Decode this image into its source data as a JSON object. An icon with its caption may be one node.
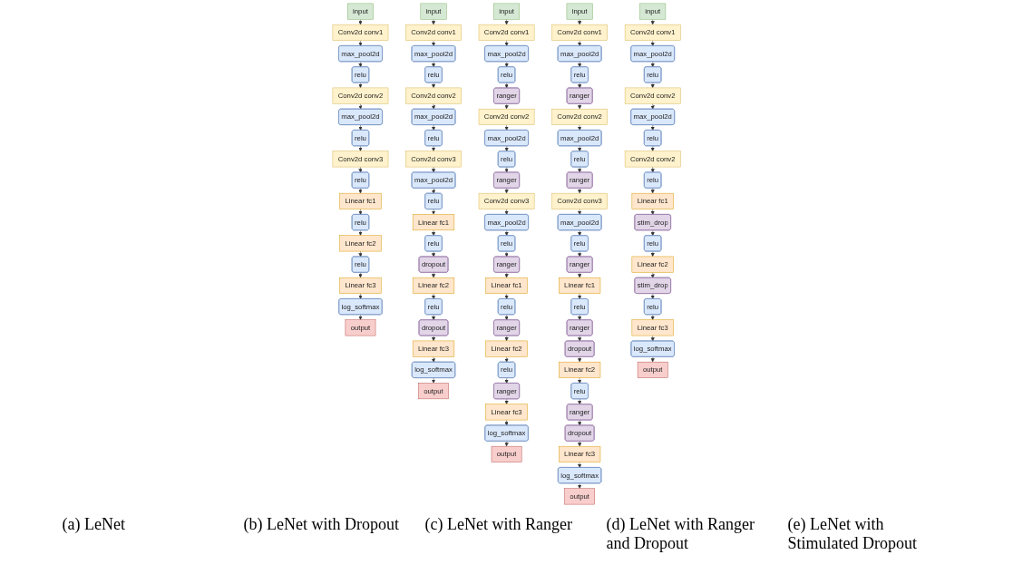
{
  "diagram": {
    "nodes": [
      {
        "text": [
          "input"
        ]
      },
      {
        "text": [
          "Conv2d conv1"
        ]
      },
      {
        "text": [
          "max_pool2d"
        ]
      },
      {
        "text": [
          "relu"
        ]
      },
      {
        "text": [
          "Conv2d conv2"
        ]
      },
      {
        "text": [
          "max_pool2d"
        ]
      },
      {
        "text": [
          "relu"
        ]
      },
      {
        "text": [
          "Conv2d conv3"
        ]
      },
      {
        "text": [
          "relu"
        ]
      },
      {
        "text": [
          "Linear fc1"
        ]
      },
      {
        "text": [
          "relu"
        ]
      },
      {
        "text": [
          "Linear fc2"
        ]
      },
      {
        "text": [
          "relu"
        ]
      },
      {
        "text": [
          "Linear fc3"
        ]
      },
      {
        "text": [
          "log_softmax"
        ]
      },
      {
        "text": [
          "output"
        ]
      },
      {
        "text": [
          "input"
        ]
      },
      {
        "text": [
          "Conv2d conv1"
        ]
      },
      {
        "text": [
          "max_pool2d"
        ]
      },
      {
        "text": [
          "relu"
        ]
      },
      {
        "text": [
          "Conv2d conv2"
        ]
      },
      {
        "text": [
          "max_pool2d"
        ]
      },
      {
        "text": [
          "relu"
        ]
      },
      {
        "text": [
          "Conv2d conv3"
        ]
      },
      {
        "text": [
          "max_pool2d"
        ]
      },
      {
        "text": [
          "relu"
        ]
      },
      {
        "text": [
          "Linear fc1"
        ]
      },
      {
        "text": [
          "relu"
        ]
      },
      {
        "text": [
          "dropout"
        ]
      },
      {
        "text": [
          "Linear fc2"
        ]
      },
      {
        "text": [
          "relu"
        ]
      },
      {
        "text": [
          "dropout"
        ]
      },
      {
        "text": [
          "Linear fc3"
        ]
      },
      {
        "text": [
          "log_softmax"
        ]
      },
      {
        "text": [
          "output"
        ]
      },
      {
        "text": [
          "input"
        ]
      },
      {
        "text": [
          "Conv2d conv1"
        ]
      },
      {
        "text": [
          "max_pool2d"
        ]
      },
      {
        "text": [
          "relu"
        ]
      },
      {
        "text": [
          "ranger"
        ]
      },
      {
        "text": [
          "Conv2d conv2"
        ]
      },
      {
        "text": [
          "max_pool2d"
        ]
      },
      {
        "text": [
          "relu"
        ]
      },
      {
        "text": [
          "ranger"
        ]
      },
      {
        "text": [
          "Conv2d conv3"
        ]
      },
      {
        "text": [
          "max_pool2d"
        ]
      },
      {
        "text": [
          "relu"
        ]
      },
      {
        "text": [
          "ranger"
        ]
      },
      {
        "text": [
          "Linear fc1"
        ]
      },
      {
        "text": [
          "relu"
        ]
      },
      {
        "text": [
          "ranger"
        ]
      },
      {
        "text": [
          "Linear fc2"
        ]
      },
      {
        "text": [
          "relu"
        ]
      },
      {
        "text": [
          "ranger"
        ]
      },
      {
        "text": [
          "Linear fc3"
        ]
      },
      {
        "text": [
          "log_softmax"
        ]
      },
      {
        "text": [
          "output"
        ]
      },
      {
        "text": [
          "input"
        ]
      },
      {
        "text": [
          "Conv2d conv1"
        ]
      },
      {
        "text": [
          "max_pool2d"
        ]
      },
      {
        "text": [
          "relu"
        ]
      },
      {
        "text": [
          "ranger"
        ]
      },
      {
        "text": [
          "Conv2d conv2"
        ]
      },
      {
        "text": [
          "max_pool2d"
        ]
      },
      {
        "text": [
          "relu"
        ]
      },
      {
        "text": [
          "ranger"
        ]
      },
      {
        "text": [
          "Conv2d conv3"
        ]
      },
      {
        "text": [
          "max_pool2d"
        ]
      },
      {
        "text": [
          "relu"
        ]
      },
      {
        "text": [
          "ranger"
        ]
      },
      {
        "text": [
          "Linear fc1"
        ]
      },
      {
        "text": [
          "relu"
        ]
      },
      {
        "text": [
          "ranger"
        ]
      },
      {
        "text": [
          "dropout"
        ]
      },
      {
        "text": [
          "Linear fc2"
        ]
      },
      {
        "text": [
          "relu"
        ]
      },
      {
        "text": [
          "ranger"
        ]
      },
      {
        "text": [
          "dropout"
        ]
      },
      {
        "text": [
          "Linear fc3"
        ]
      },
      {
        "text": [
          "log_softmax"
        ]
      },
      {
        "text": [
          "output"
        ]
      },
      {
        "text": [
          "input"
        ]
      },
      {
        "text": [
          "Conv2d conv1"
        ]
      },
      {
        "text": [
          "max_pool2d"
        ]
      },
      {
        "text": [
          "relu"
        ]
      },
      {
        "text": [
          "Conv2d conv2"
        ]
      },
      {
        "text": [
          "max_pool2d"
        ]
      },
      {
        "text": [
          "relu"
        ]
      },
      {
        "text": [
          "Conv2d conv2"
        ]
      },
      {
        "text": [
          "relu"
        ]
      },
      {
        "text": [
          "Linear fc1"
        ]
      },
      {
        "text": [
          "stim_drop"
        ]
      },
      {
        "text": [
          "relu"
        ]
      },
      {
        "text": [
          "Linear fc2"
        ]
      },
      {
        "text": [
          "stim_drop"
        ]
      },
      {
        "text": [
          "relu"
        ]
      },
      {
        "text": [
          "Linear fc3"
        ]
      },
      {
        "text": [
          "log_softmax"
        ]
      },
      {
        "text": [
          "output"
        ]
      }
    ],
    "edges": [
      {
        "from": 0,
        "to": 1,
        "arrow": "to"
      },
      {
        "from": 1,
        "to": 2,
        "arrow": "to"
      },
      {
        "from": 2,
        "to": 3,
        "arrow": "to"
      },
      {
        "from": 3,
        "to": 4,
        "arrow": "to"
      },
      {
        "from": 4,
        "to": 5,
        "arrow": "to"
      },
      {
        "from": 5,
        "to": 6,
        "arrow": "to"
      },
      {
        "from": 6,
        "to": 7,
        "arrow": "to"
      },
      {
        "from": 7,
        "to": 8,
        "arrow": "to"
      },
      {
        "from": 8,
        "to": 9,
        "arrow": "to"
      },
      {
        "from": 9,
        "to": 10,
        "arrow": "to"
      },
      {
        "from": 10,
        "to": 11,
        "arrow": "to"
      },
      {
        "from": 11,
        "to": 12,
        "arrow": "to"
      },
      {
        "from": 12,
        "to": 13,
        "arrow": "to"
      },
      {
        "from": 13,
        "to": 14,
        "arrow": "to"
      },
      {
        "from": 14,
        "to": 15,
        "arrow": "to"
      },
      {
        "from": 16,
        "to": 17,
        "arrow": "to"
      },
      {
        "from": 17,
        "to": 18,
        "arrow": "to"
      },
      {
        "from": 18,
        "to": 19,
        "arrow": "to"
      },
      {
        "from": 19,
        "to": 20,
        "arrow": "to"
      },
      {
        "from": 20,
        "to": 21,
        "arrow": "to"
      },
      {
        "from": 21,
        "to": 22,
        "arrow": "to"
      },
      {
        "from": 22,
        "to": 23,
        "arrow": "to"
      },
      {
        "from": 23,
        "to": 24,
        "arrow": "to"
      },
      {
        "from": 24,
        "to": 25,
        "arrow": "to"
      },
      {
        "from": 25,
        "to": 26,
        "arrow": "to"
      },
      {
        "from": 26,
        "to": 27,
        "arrow": "to"
      },
      {
        "from": 27,
        "to": 28,
        "arrow": "to"
      },
      {
        "from": 28,
        "to": 29,
        "arrow": "to"
      },
      {
        "from": 29,
        "to": 30,
        "arrow": "to"
      },
      {
        "from": 30,
        "to": 31,
        "arrow": "to"
      },
      {
        "from": 31,
        "to": 32,
        "arrow": "to"
      },
      {
        "from": 32,
        "to": 33,
        "arrow": "to"
      },
      {
        "from": 33,
        "to": 34,
        "arrow": "to"
      },
      {
        "from": 35,
        "to": 36,
        "arrow": "to"
      },
      {
        "from": 36,
        "to": 37,
        "arrow": "to"
      },
      {
        "from": 37,
        "to": 38,
        "arrow": "to"
      },
      {
        "from": 38,
        "to": 39,
        "arrow": "to"
      },
      {
        "from": 39,
        "to": 40,
        "arrow": "to"
      },
      {
        "from": 40,
        "to": 41,
        "arrow": "to"
      },
      {
        "from": 41,
        "to": 42,
        "arrow": "to"
      },
      {
        "from": 42,
        "to": 43,
        "arrow": "to"
      },
      {
        "from": 43,
        "to": 44,
        "arrow": "to"
      },
      {
        "from": 44,
        "to": 45,
        "arrow": "to"
      },
      {
        "from": 45,
        "to": 46,
        "arrow": "to"
      },
      {
        "from": 46,
        "to": 47,
        "arrow": "to"
      },
      {
        "from": 47,
        "to": 48,
        "arrow": "to"
      },
      {
        "from": 48,
        "to": 49,
        "arrow": "to"
      },
      {
        "from": 49,
        "to": 50,
        "arrow": "to"
      },
      {
        "from": 50,
        "to": 51,
        "arrow": "to"
      },
      {
        "from": 51,
        "to": 52,
        "arrow": "to"
      },
      {
        "from": 52,
        "to": 53,
        "arrow": "to"
      },
      {
        "from": 53,
        "to": 54,
        "arrow": "to"
      },
      {
        "from": 54,
        "to": 55,
        "arrow": "to"
      },
      {
        "from": 55,
        "to": 56,
        "arrow": "to"
      },
      {
        "from": 57,
        "to": 58,
        "arrow": "to"
      },
      {
        "from": 58,
        "to": 59,
        "arrow": "to"
      },
      {
        "from": 59,
        "to": 60,
        "arrow": "to"
      },
      {
        "from": 60,
        "to": 61,
        "arrow": "to"
      },
      {
        "from": 61,
        "to": 62,
        "arrow": "to"
      },
      {
        "from": 62,
        "to": 63,
        "arrow": "to"
      },
      {
        "from": 63,
        "to": 64,
        "arrow": "to"
      },
      {
        "from": 64,
        "to": 65,
        "arrow": "to"
      },
      {
        "from": 65,
        "to": 66,
        "arrow": "to"
      },
      {
        "from": 66,
        "to": 67,
        "arrow": "to"
      },
      {
        "from": 67,
        "to": 68,
        "arrow": "to"
      },
      {
        "from": 68,
        "to": 69,
        "arrow": "to"
      },
      {
        "from": 69,
        "to": 70,
        "arrow": "to"
      },
      {
        "from": 70,
        "to": 71,
        "arrow": "to"
      },
      {
        "from": 71,
        "to": 72,
        "arrow": "to"
      },
      {
        "from": 72,
        "to": 73,
        "arrow": "to"
      },
      {
        "from": 73,
        "to": 74,
        "arrow": "to"
      },
      {
        "from": 74,
        "to": 75,
        "arrow": "to"
      },
      {
        "from": 75,
        "to": 76,
        "arrow": "to"
      },
      {
        "from": 76,
        "to": 77,
        "arrow": "to"
      },
      {
        "from": 77,
        "to": 78,
        "arrow": "to"
      },
      {
        "from": 78,
        "to": 79,
        "arrow": "to"
      },
      {
        "from": 79,
        "to": 80,
        "arrow": "to"
      },
      {
        "from": 81,
        "to": 82,
        "arrow": "to"
      },
      {
        "from": 82,
        "to": 83,
        "arrow": "to"
      },
      {
        "from": 83,
        "to": 84,
        "arrow": "to"
      },
      {
        "from": 84,
        "to": 85,
        "arrow": "to"
      },
      {
        "from": 85,
        "to": 86,
        "arrow": "to"
      },
      {
        "from": 86,
        "to": 87,
        "arrow": "to"
      },
      {
        "from": 87,
        "to": 88,
        "arrow": "to"
      },
      {
        "from": 88,
        "to": 89,
        "arrow": "to"
      },
      {
        "from": 89,
        "to": 90,
        "arrow": "to"
      },
      {
        "from": 90,
        "to": 91,
        "arrow": "to"
      },
      {
        "from": 91,
        "to": 92,
        "arrow": "to"
      },
      {
        "from": 92,
        "to": 93,
        "arrow": "to"
      },
      {
        "from": 93,
        "to": 94,
        "arrow": "to"
      },
      {
        "from": 94,
        "to": 95,
        "arrow": "to"
      },
      {
        "from": 95,
        "to": 96,
        "arrow": "to"
      },
      {
        "from": 96,
        "to": 97,
        "arrow": "to"
      },
      {
        "from": 97,
        "to": 98,
        "arrow": "to"
      }
    ],
    "labels": [
      "(a) LeNet",
      "(b) LeNet with Dropout",
      "(c) LeNet with Ranger",
      "(d) LeNet with Ranger and Dropout",
      "(e) LeNet with Stimulated Dropout"
    ]
  }
}
